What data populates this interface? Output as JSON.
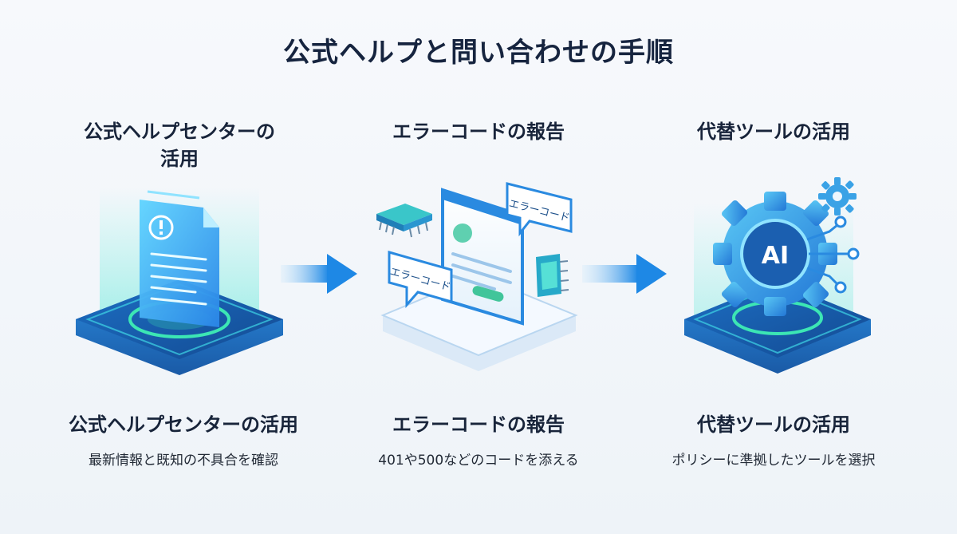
{
  "title": "公式ヘルプと問い合わせの手順",
  "steps": [
    {
      "heading_line1": "公式ヘルプセンターの",
      "heading_line2": "活用",
      "sub_heading": "公式ヘルプセンターの活用",
      "description": "最新情報と既知の不具合を確認"
    },
    {
      "heading_line1": "エラーコードの報告",
      "heading_line2": "",
      "sub_heading": "エラーコードの報告",
      "description": "401や500などのコードを添える",
      "bubble_text_1": "エラーコード",
      "bubble_text_2": "エラーコード"
    },
    {
      "heading_line1": "代替ツールの活用",
      "heading_line2": "",
      "sub_heading": "代替ツールの活用",
      "description": "ポリシーに準拠したツールを選択",
      "badge_text": "AI"
    }
  ],
  "colors": {
    "accent_blue": "#1e88e5",
    "accent_cyan": "#33d6e0",
    "accent_green": "#3ce6b4",
    "platform_dark": "#1f5fae"
  },
  "icons": [
    "document-alert-icon",
    "browser-window-icon",
    "chip-icon",
    "gear-ai-icon",
    "arrow-right-icon"
  ]
}
